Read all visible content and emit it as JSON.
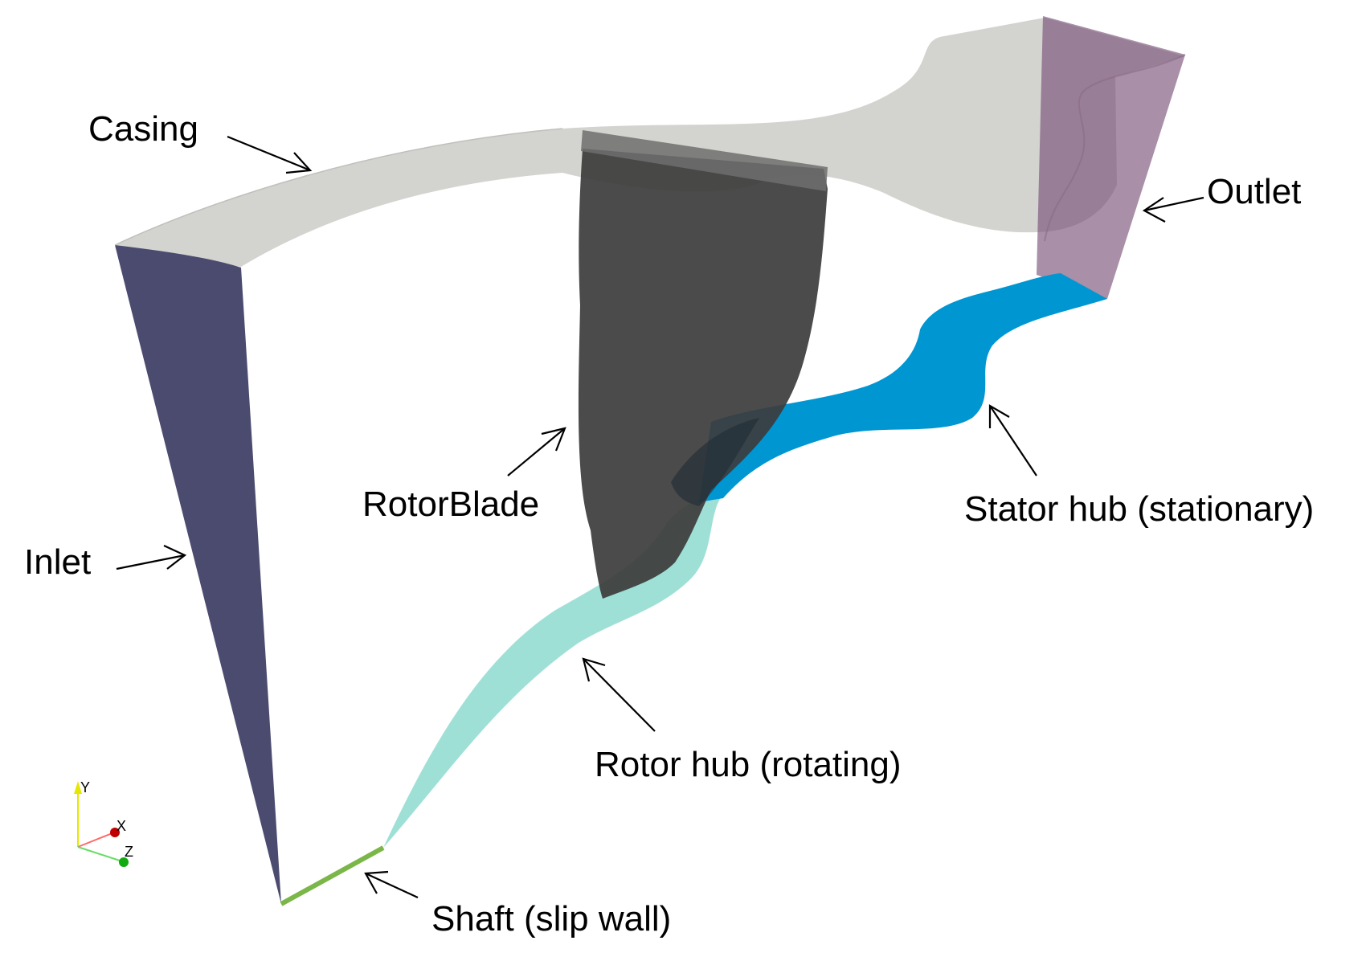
{
  "labels": {
    "casing": "Casing",
    "outlet": "Outlet",
    "rotor_blade": "RotorBlade",
    "inlet": "Inlet",
    "stator_hub": "Stator hub (stationary)",
    "rotor_hub": "Rotor hub (rotating)",
    "shaft": "Shaft (slip wall)"
  },
  "axes": {
    "y": "Y",
    "x": "X",
    "z": "Z"
  },
  "colors": {
    "casing": "#d3d3cf",
    "inlet": "#4b4b70",
    "outlet": "#744b72",
    "blade": "#3c3c3c",
    "stator_hub": "#0096d2",
    "rotor_hub": "#9fe0d6",
    "shaft": "#7ab648"
  }
}
